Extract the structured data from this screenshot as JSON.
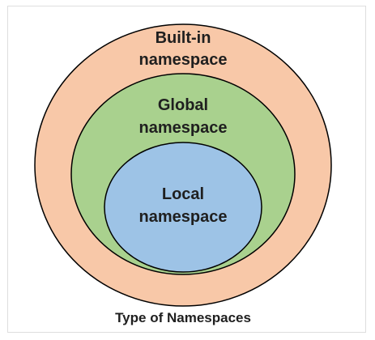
{
  "diagram": {
    "outer": {
      "line1": "Built-in",
      "line2": "namespace",
      "fill": "#f8c8a8",
      "stroke": "#000000"
    },
    "middle": {
      "line1": "Global",
      "line2": "namespace",
      "fill": "#a9d18e",
      "stroke": "#000000"
    },
    "inner": {
      "line1": "Local",
      "line2": "namespace",
      "fill": "#9dc3e6",
      "stroke": "#000000"
    },
    "caption": "Type of Namespaces"
  }
}
